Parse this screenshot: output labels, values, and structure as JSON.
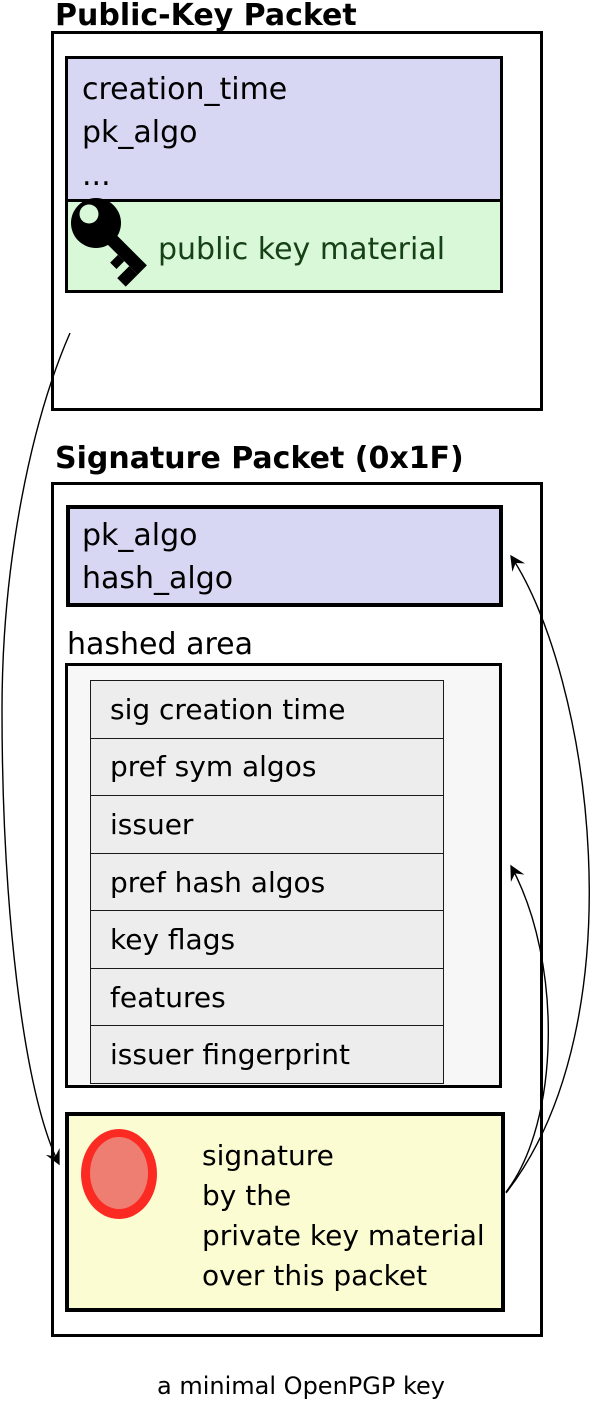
{
  "colors": {
    "lavender": "#d7d7f4",
    "green_fill": "#d8f8d8",
    "green_text": "#164016",
    "yellow": "#fcfcd2",
    "hashed_fill": "#f7f7f7",
    "row_fill": "#ededed",
    "seal_ring": "#fb2b24",
    "seal_fill": "#ef7e72"
  },
  "public_packet": {
    "title": "Public-Key Packet",
    "fields": [
      "creation_time",
      "pk_algo",
      "..."
    ],
    "key_material_label": "public key material"
  },
  "signature_packet": {
    "title": "Signature Packet (0x1F)",
    "fields": [
      "pk_algo",
      "hash_algo"
    ],
    "hashed_area_label": "hashed area",
    "subpackets": [
      "sig creation time",
      "pref sym algos",
      "issuer",
      "pref hash algos",
      "key flags",
      "features",
      "issuer fingerprint"
    ],
    "signature_lines": [
      "signature",
      "by the",
      "private key material",
      "over this packet"
    ]
  },
  "caption": "a minimal OpenPGP key"
}
